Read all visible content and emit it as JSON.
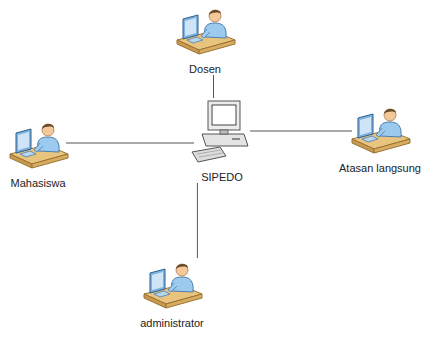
{
  "diagram": {
    "nodes": [
      {
        "text": [
          "Dosen"
        ]
      },
      {
        "text": [
          "Mahasiswa"
        ]
      },
      {
        "text": [
          "SIPEDO"
        ]
      },
      {
        "text": [
          "Atasan langsung"
        ]
      },
      {
        "text": [
          "administrator"
        ]
      }
    ],
    "edges": [
      {
        "from": 2,
        "to": 0,
        "arrow": "none"
      },
      {
        "from": 2,
        "to": 1,
        "arrow": "none"
      },
      {
        "from": 2,
        "to": 3,
        "arrow": "none"
      },
      {
        "from": 2,
        "to": 4,
        "arrow": "none"
      }
    ]
  }
}
